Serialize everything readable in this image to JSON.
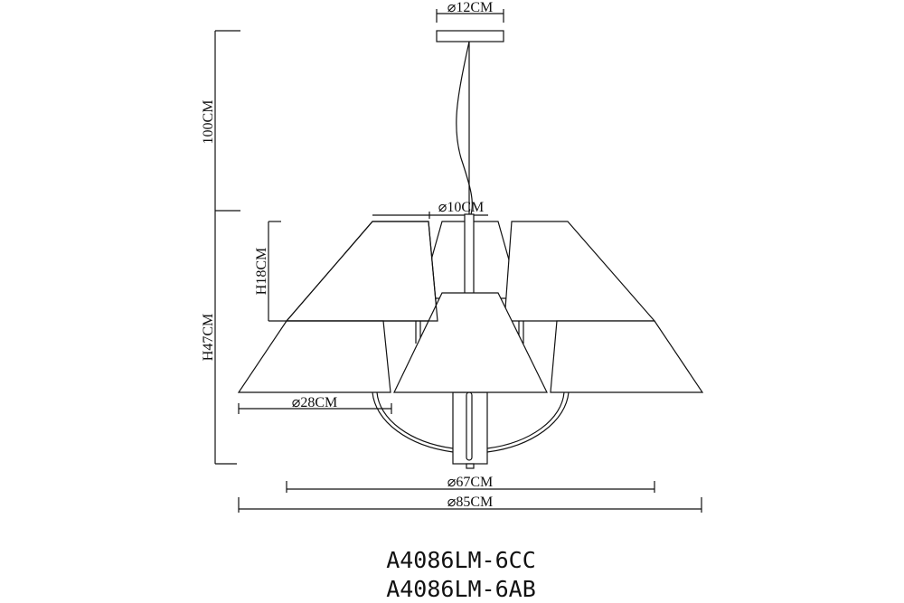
{
  "dimensions": {
    "canopy_diameter": "⌀12CM",
    "hanging_length": "100CM",
    "body_height": "H47CM",
    "shade_height": "H18CM",
    "shade_top_diameter": "⌀10CM",
    "shade_bottom_diameter": "⌀28CM",
    "inner_diameter": "⌀67CM",
    "overall_diameter": "⌀85CM"
  },
  "models": [
    "A4086LM-6CC",
    "A4086LM-6AB"
  ],
  "colors": {
    "line": "#111111",
    "background": "#ffffff"
  }
}
